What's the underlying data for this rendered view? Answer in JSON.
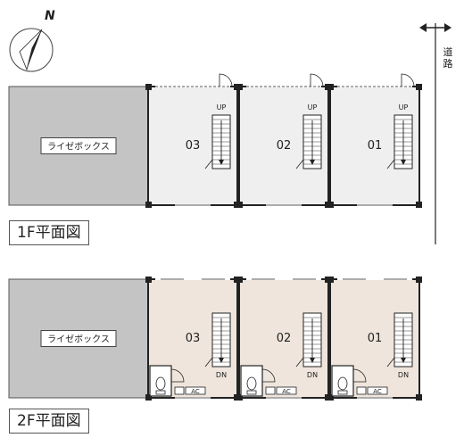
{
  "compass": {
    "label": "N"
  },
  "road": {
    "label": "道路"
  },
  "floors": [
    {
      "id": "1f",
      "title": "1F平面図",
      "riser_label": "ライゼボックス",
      "units": [
        {
          "number": "03",
          "stair_label": "UP"
        },
        {
          "number": "02",
          "stair_label": "UP"
        },
        {
          "number": "01",
          "stair_label": "UP"
        }
      ]
    },
    {
      "id": "2f",
      "title": "2F平面図",
      "riser_label": "ライゼボックス",
      "units": [
        {
          "number": "03",
          "stair_label": "DN",
          "ac_label": "AC"
        },
        {
          "number": "02",
          "stair_label": "DN",
          "ac_label": "AC"
        },
        {
          "number": "01",
          "stair_label": "DN",
          "ac_label": "AC"
        }
      ]
    }
  ],
  "colors": {
    "riser_fill": "#c4c4c4",
    "floor1_fill": "#efefef",
    "floor2_fill": "#efe5dc",
    "wall": "#222222"
  }
}
